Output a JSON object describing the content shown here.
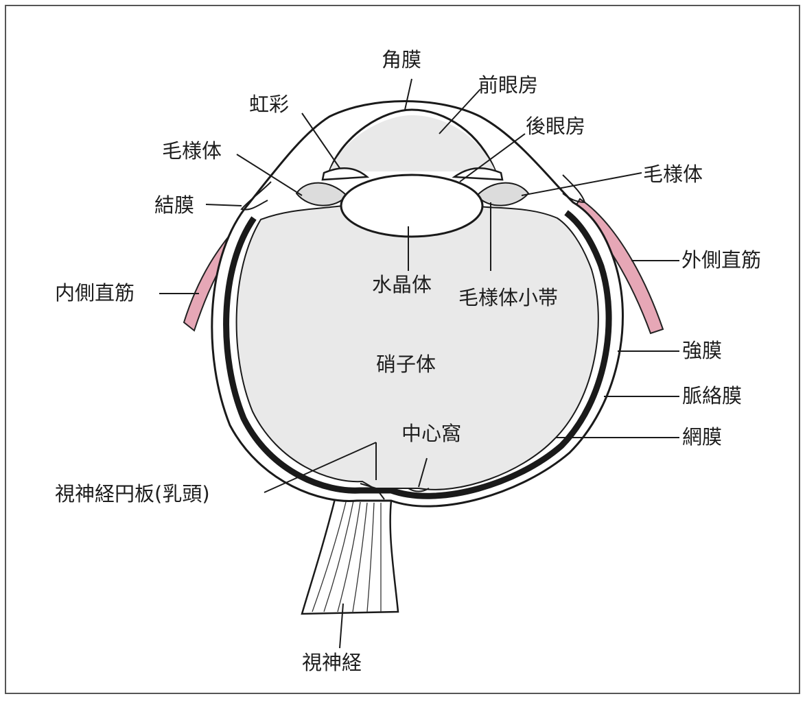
{
  "labels": {
    "cornea": "角膜",
    "anterior_chamber": "前眼房",
    "iris": "虹彩",
    "posterior_chamber": "後眼房",
    "ciliary_body_left": "毛様体",
    "ciliary_body_right": "毛様体",
    "conjunctiva": "結膜",
    "medial_rectus": "内側直筋",
    "lateral_rectus": "外側直筋",
    "lens": "水晶体",
    "zonule": "毛様体小帯",
    "vitreous": "硝子体",
    "sclera": "強膜",
    "choroid": "脈絡膜",
    "retina": "網膜",
    "fovea": "中心窩",
    "optic_disc": "視神経円板(乳頭)",
    "optic_nerve": "視神経"
  },
  "colors": {
    "frame": "#555555",
    "line": "#1a1a1a",
    "interior": "#e9e9e9",
    "muscle": "#e6a7b6"
  }
}
